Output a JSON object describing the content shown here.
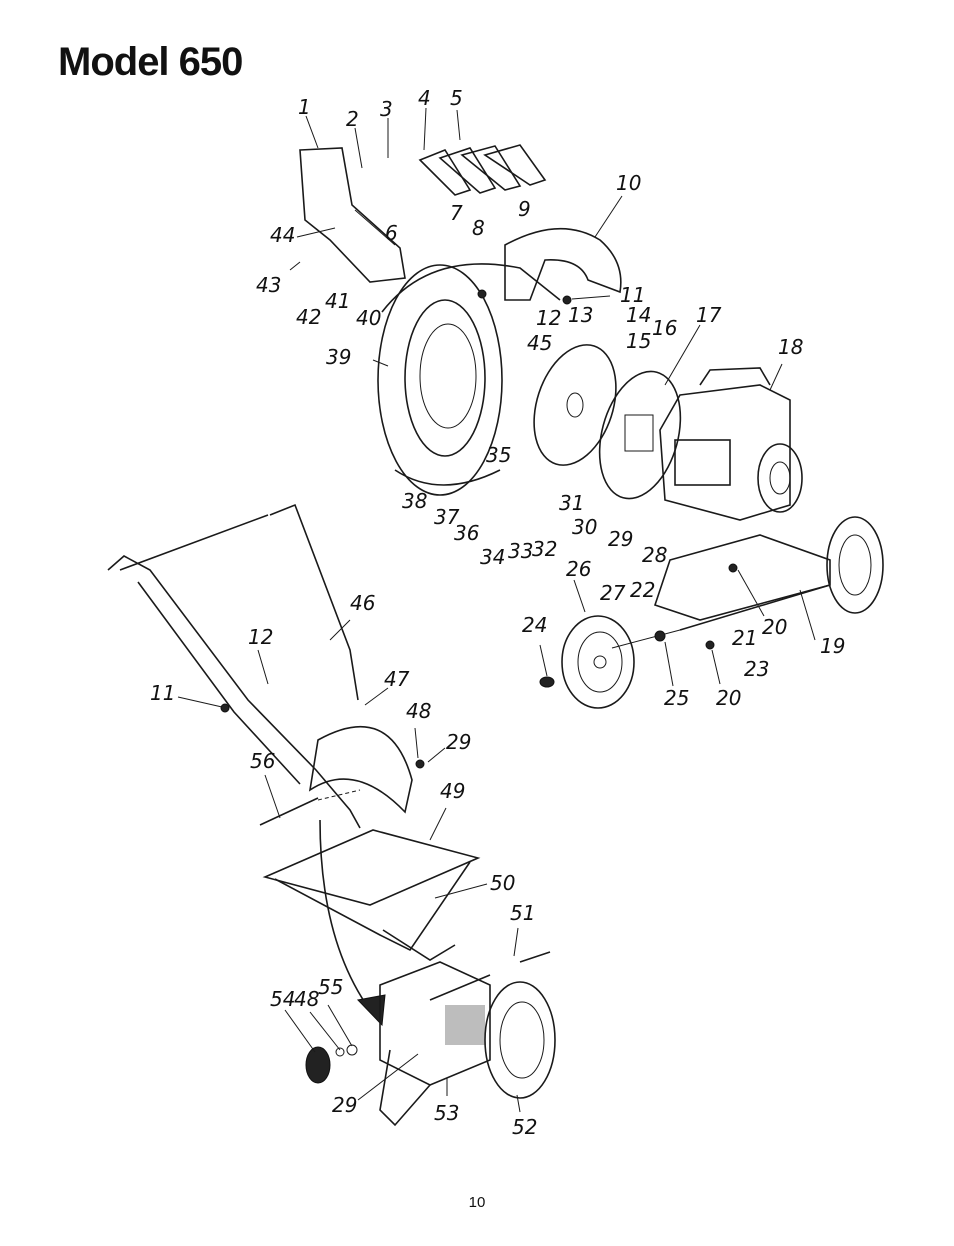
{
  "header": {
    "title": "Model 650"
  },
  "footer": {
    "page_number": "10"
  },
  "diagram": {
    "callouts": [
      "1",
      "2",
      "3",
      "4",
      "5",
      "6",
      "7",
      "8",
      "9",
      "10",
      "11",
      "12",
      "13",
      "14",
      "15",
      "16",
      "17",
      "18",
      "19",
      "20",
      "21",
      "22",
      "23",
      "24",
      "25",
      "26",
      "27",
      "28",
      "29",
      "30",
      "31",
      "32",
      "33",
      "34",
      "35",
      "36",
      "37",
      "38",
      "39",
      "40",
      "41",
      "42",
      "43",
      "44",
      "45",
      "46",
      "47",
      "48",
      "49",
      "50",
      "51",
      "52",
      "53",
      "54",
      "55",
      "56"
    ]
  }
}
